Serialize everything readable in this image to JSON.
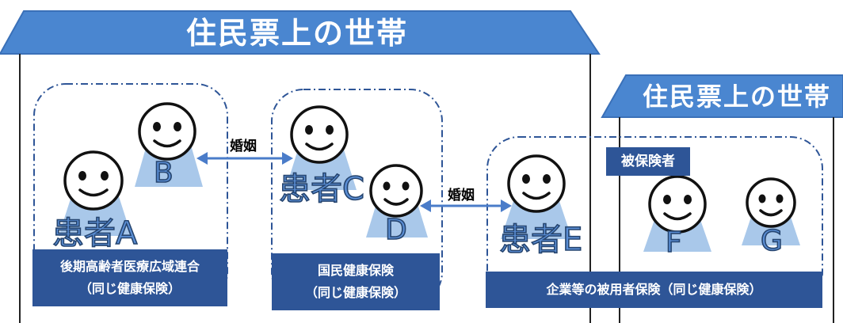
{
  "households": {
    "main_banner": "住民票上の世帯",
    "second_banner": "住民票上の世帯"
  },
  "patients": {
    "a": "患者A",
    "b": "B",
    "c": "患者C",
    "d": "D",
    "e": "患者E",
    "f": "F",
    "g": "G"
  },
  "relations": {
    "marriage_bc": "婚姻",
    "marriage_de": "婚姻"
  },
  "insurance": {
    "group1_line1": "後期高齢者医療広域連合",
    "group1_line2": "（同じ健康保険）",
    "group2_line1": "国民健康保険",
    "group2_line2": "（同じ健康保険）",
    "group3": "企業等の被用者保険（同じ健康保険）"
  },
  "tags": {
    "insured": "被保険者"
  },
  "colors": {
    "banner": "#4a86d0",
    "label_box": "#2e5597",
    "body": "#a9c8ea",
    "dashed": "#2e5597",
    "arrow": "#4a7cc9"
  }
}
